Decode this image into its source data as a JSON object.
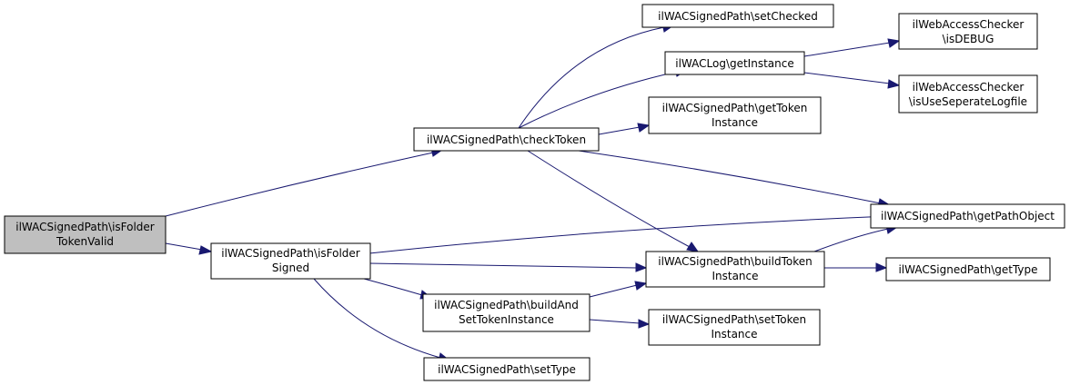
{
  "colors": {
    "edge": "#191970",
    "root_fill": "#bfbfbf",
    "node_fill": "#ffffff",
    "node_border": "#000000"
  },
  "nodes": {
    "isFolderTokenValid": [
      "ilWACSignedPath\\isFolder",
      "TokenValid"
    ],
    "checkToken": [
      "ilWACSignedPath\\checkToken"
    ],
    "isFolderSigned": [
      "ilWACSignedPath\\isFolder",
      "Signed"
    ],
    "setChecked": [
      "ilWACSignedPath\\setChecked"
    ],
    "getInstance": [
      "ilWACLog\\getInstance"
    ],
    "getTokenInstance": [
      "ilWACSignedPath\\getToken",
      "Instance"
    ],
    "buildTokenInstance": [
      "ilWACSignedPath\\buildToken",
      "Instance"
    ],
    "buildAndSetTokenInstance": [
      "ilWACSignedPath\\buildAnd",
      "SetTokenInstance"
    ],
    "setTokenInstance": [
      "ilWACSignedPath\\setToken",
      "Instance"
    ],
    "setType": [
      "ilWACSignedPath\\setType"
    ],
    "isDEBUG": [
      "ilWebAccessChecker",
      "\\isDEBUG"
    ],
    "isUseSeperateLogfile": [
      "ilWebAccessChecker",
      "\\isUseSeperateLogfile"
    ],
    "getPathObject": [
      "ilWACSignedPath\\getPathObject"
    ],
    "getType": [
      "ilWACSignedPath\\getType"
    ]
  }
}
